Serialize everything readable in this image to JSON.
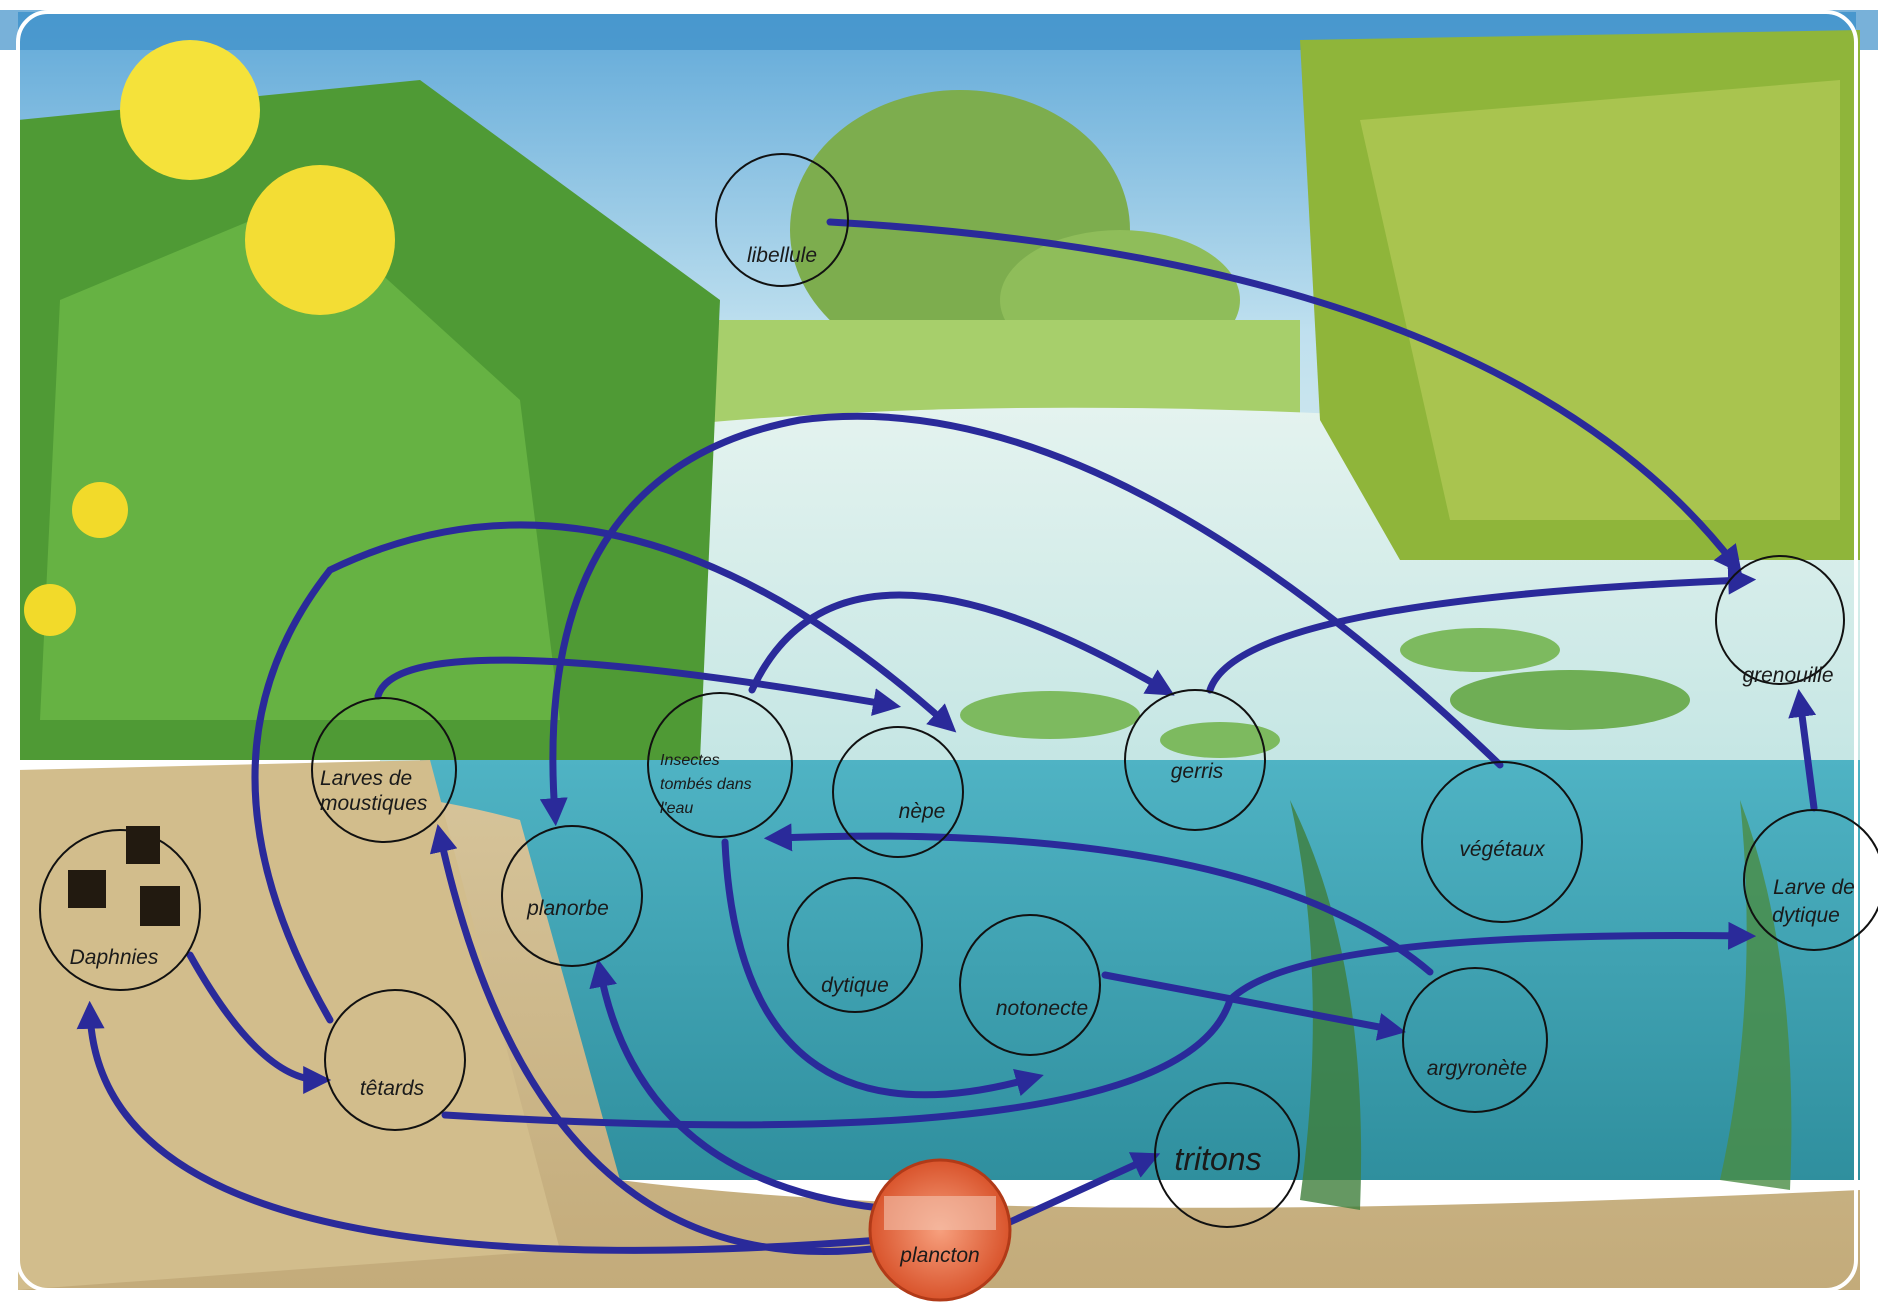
{
  "diagram": {
    "nodes": [
      {
        "id": "libellule",
        "label_lines": [
          "libellule"
        ]
      },
      {
        "id": "grenouille",
        "label_lines": [
          "grenouille"
        ]
      },
      {
        "id": "larves",
        "label_lines": [
          "Larves de",
          "moustiques"
        ]
      },
      {
        "id": "insectes",
        "label_lines": [
          "Insectes",
          "tombés dans",
          "l'eau"
        ]
      },
      {
        "id": "nepe",
        "label_lines": [
          "nèpe"
        ]
      },
      {
        "id": "gerris",
        "label_lines": [
          "gerris"
        ]
      },
      {
        "id": "vegetaux",
        "label_lines": [
          "végétaux"
        ]
      },
      {
        "id": "larve_dytique",
        "label_lines": [
          "Larve de",
          "dytique"
        ]
      },
      {
        "id": "daphnies",
        "label_lines": [
          "Daphnies"
        ]
      },
      {
        "id": "planorbe",
        "label_lines": [
          "planorbe"
        ]
      },
      {
        "id": "dytique",
        "label_lines": [
          "dytique"
        ]
      },
      {
        "id": "notonecte",
        "label_lines": [
          "notonecte"
        ]
      },
      {
        "id": "argyronete",
        "label_lines": [
          "argyronète"
        ]
      },
      {
        "id": "tetards",
        "label_lines": [
          "têtards"
        ]
      },
      {
        "id": "tritons",
        "label_lines": [
          "tritons"
        ]
      },
      {
        "id": "plancton",
        "label_lines": [
          "plancton"
        ]
      }
    ],
    "edges": [
      {
        "from": "libellule",
        "to": "grenouille"
      },
      {
        "from": "gerris",
        "to": "grenouille"
      },
      {
        "from": "larve_dytique",
        "to": "grenouille"
      },
      {
        "from": "larves",
        "to": "nepe"
      },
      {
        "from": "insectes",
        "to": "gerris"
      },
      {
        "from": "tetards",
        "to": "nepe"
      },
      {
        "from": "vegetaux",
        "to": "planorbe"
      },
      {
        "from": "argyronete",
        "to": "insectes"
      },
      {
        "from": "notonecte",
        "to": "argyronete"
      },
      {
        "from": "insectes",
        "to": "notonecte"
      },
      {
        "from": "tetards",
        "to": "larve_dytique"
      },
      {
        "from": "daphnies",
        "to": "tetards"
      },
      {
        "from": "plancton",
        "to": "daphnies"
      },
      {
        "from": "plancton",
        "to": "larves"
      },
      {
        "from": "plancton",
        "to": "planorbe"
      },
      {
        "from": "plancton",
        "to": "tritons"
      }
    ],
    "arrow_color": "#2a2a9a"
  }
}
